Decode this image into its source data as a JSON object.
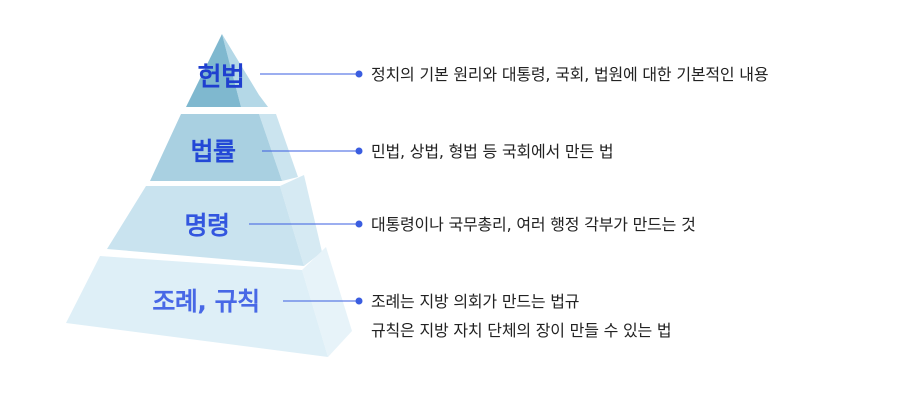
{
  "tiers": [
    {
      "label": "헌법",
      "color": "#1f3fcf",
      "lines": [
        "정치의 기본 원리와 대통령, 국회, 법원에 대한 기본적인 내용"
      ]
    },
    {
      "label": "법률",
      "color": "#2348d6",
      "lines": [
        "민법, 상법, 형법 등 국회에서 만든 법"
      ]
    },
    {
      "label": "명령",
      "color": "#3356df",
      "lines": [
        "대통령이나 국무총리, 여러 행정 각부가 만드는 것"
      ]
    },
    {
      "label": "조례, 규칙",
      "color": "#4868e6",
      "lines": [
        "조례는 지방 의회가 만드는 법규",
        "규칙은 지방 자치 단체의 장이 만들 수 있는 법"
      ]
    }
  ],
  "colors": {
    "connector": "#3a5de0",
    "tier_fronts": [
      "#7fb8cf",
      "#a9d0e1",
      "#c9e3ef",
      "#deeff7"
    ],
    "tier_sides": [
      "#b4d8e7",
      "#cbe4ef",
      "#d6eaf3",
      "#e7f3f9"
    ]
  }
}
